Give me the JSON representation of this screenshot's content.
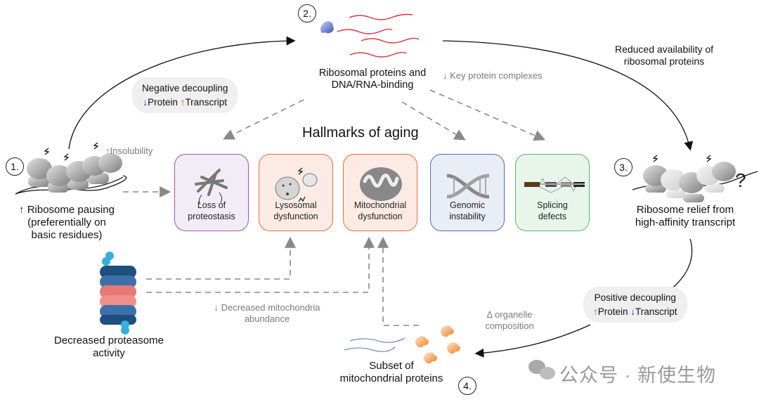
{
  "figure": {
    "center_title": "Hallmarks of aging",
    "steps": {
      "step1": {
        "number": "1.",
        "label_arrow": "↑",
        "label_lines": [
          "Ribosome pausing",
          "(preferentially on",
          "basic residues)"
        ],
        "side_note": "↑Insolubility"
      },
      "step2": {
        "number": "2.",
        "label_lines": [
          "Ribosomal proteins and",
          "DNA/RNA-binding"
        ],
        "side_note": "↓  Key protein complexes"
      },
      "step3": {
        "number": "3.",
        "label_lines": [
          "Ribosome relief from",
          "high-affinity transcript"
        ],
        "question": "?"
      },
      "step4": {
        "number": "4.",
        "label_lines": [
          "Subset of",
          "mitochondrial proteins"
        ],
        "side_note_lines": [
          "Δ organelle",
          "composition"
        ]
      }
    },
    "arc_label_top_right": [
      "Reduced availability of",
      "ribosomal proteins"
    ],
    "negative_decoupling": {
      "title": "Negative decoupling",
      "protein_arrow": "↓",
      "protein": "Protein",
      "transcript_arrow": "↑",
      "transcript": "Transcript"
    },
    "positive_decoupling": {
      "title": "Positive decoupling",
      "protein_arrow": "↑",
      "protein": "Protein",
      "transcript_arrow": "↓",
      "transcript": "Transcript"
    },
    "hallmarks": [
      {
        "label_lines": [
          "Loss of",
          "proteostasis"
        ],
        "icon": "misfolded-protein-icon",
        "border": "#9b59b6",
        "fill": "#f1ecf5"
      },
      {
        "label_lines": [
          "Lysosomal",
          "dysfunction"
        ],
        "icon": "lysosome-icon",
        "border": "#ea6b3c",
        "fill": "#fcebe4"
      },
      {
        "label_lines": [
          "Mitochondrial",
          "dysfunction"
        ],
        "icon": "mitochondrion-icon",
        "border": "#ea6b3c",
        "fill": "#fcebe4"
      },
      {
        "label_lines": [
          "Genomic",
          "instability"
        ],
        "icon": "dna-helix-icon",
        "border": "#4a6cb3",
        "fill": "#e9edf6"
      },
      {
        "label_lines": [
          "Splicing",
          "defects"
        ],
        "icon": "splicing-icon",
        "border": "#5ab56a",
        "fill": "#e8f5ea"
      }
    ],
    "proteasome": {
      "label_lines": [
        "Decreased proteasome",
        "activity"
      ]
    },
    "mito_abundance_note": [
      "↓  Decreased mitochondria",
      "abundance"
    ],
    "watermark": "公众号 · 新使生物",
    "colors": {
      "up_arrow": "#e8442a",
      "down_arrow": "#2c2f8f",
      "dashed_arrow": "#888888",
      "rna_red": "#d9343a",
      "rna_blue": "#5a6fc0",
      "mito_protein": "#f08a2e"
    }
  }
}
